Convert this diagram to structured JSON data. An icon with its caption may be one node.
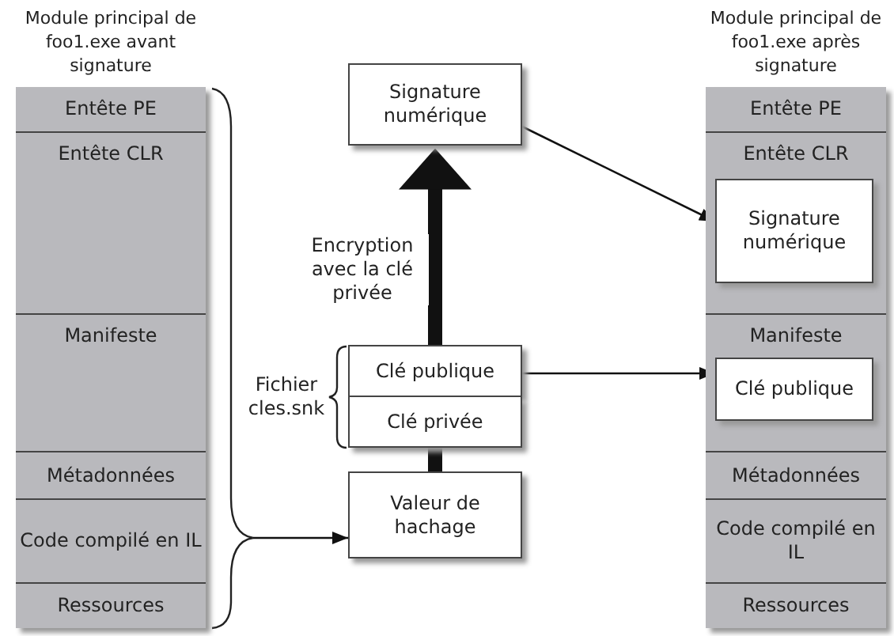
{
  "diagram": {
    "nodes": [
      {
        "text": [
          "Module principal de foo1.exe avant signature"
        ]
      },
      {
        "text": [
          "Entête PE"
        ],
        "in": 0
      },
      {
        "text": [
          "Entête CLR"
        ],
        "in": 0
      },
      {
        "text": [
          "Manifeste"
        ],
        "in": 0
      },
      {
        "text": [
          "Métadonnées"
        ],
        "in": 0
      },
      {
        "text": [
          "Code compilé en IL"
        ],
        "in": 0
      },
      {
        "text": [
          "Ressources"
        ],
        "in": 0
      },
      {
        "text": [
          "Signature numérique"
        ]
      },
      {
        "text": [
          "Clé publique"
        ]
      },
      {
        "text": [
          "Clé privée"
        ]
      },
      {
        "text": [
          "Valeur de hachage"
        ]
      },
      {
        "text": [
          "Module principal de foo1.exe après signature"
        ]
      },
      {
        "text": [
          "Entête PE"
        ],
        "in": 11
      },
      {
        "text": [
          "Entête CLR"
        ],
        "in": 11
      },
      {
        "text": [
          "Signature numérique"
        ],
        "in": 13
      },
      {
        "text": [
          "Manifeste"
        ],
        "in": 11
      },
      {
        "text": [
          "Clé publique"
        ],
        "in": 15
      },
      {
        "text": [
          "Métadonnées"
        ],
        "in": 11
      },
      {
        "text": [
          "Code compilé en IL"
        ],
        "in": 11
      },
      {
        "text": [
          "Ressources"
        ],
        "in": 11
      }
    ],
    "edges": [
      {
        "from": 0,
        "to": 10,
        "arrow": "to"
      },
      {
        "from": 10,
        "to": 9,
        "arrow": "none",
        "style": "thick"
      },
      {
        "from": 8,
        "to": 7,
        "arrow": "to",
        "style": "thick",
        "label": "Encryption avec la clé privée"
      },
      {
        "from": 7,
        "to": 14,
        "arrow": "to"
      },
      {
        "from": 8,
        "to": 16,
        "arrow": "to"
      }
    ],
    "labels": [
      "Fichier cles.snk"
    ]
  }
}
